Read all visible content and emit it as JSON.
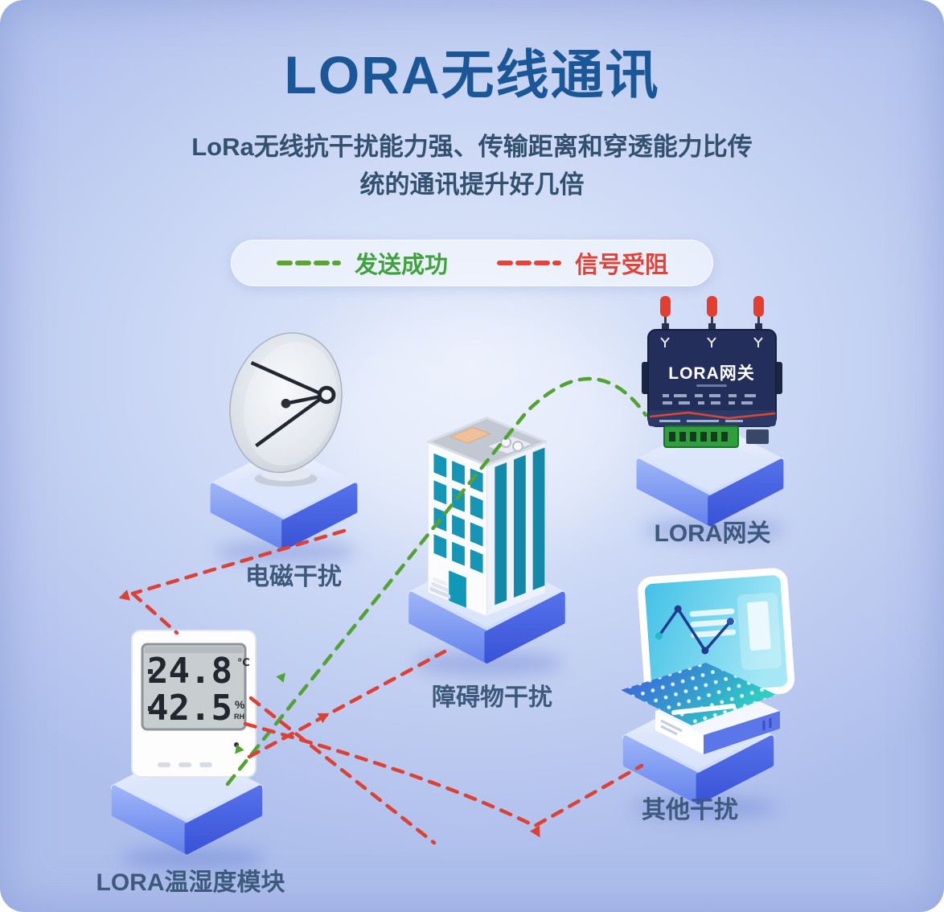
{
  "page": {
    "title": "LORA无线通讯",
    "subtitle_line1": "LoRa无线抗干扰能力强、传输距离和穿透能力比传",
    "subtitle_line2": "统的通讯提升好几倍"
  },
  "legend": {
    "success_label": "发送成功",
    "blocked_label": "信号受阻"
  },
  "nodes": {
    "gateway": {
      "label": "LORA网关",
      "device_text": "LORA网关"
    },
    "dish": {
      "label": "电磁干扰"
    },
    "building": {
      "label": "障碍物干扰"
    },
    "computer": {
      "label": "其他干扰"
    },
    "sensor": {
      "label": "LORA温湿度模块",
      "temp_value": "24.8",
      "temp_unit": "℃",
      "humidity_value": "42.5",
      "humidity_unit": "%",
      "humidity_sub": "RH"
    }
  },
  "colors": {
    "title_blue": "#1b5796",
    "label_blue": "#3d5a7c",
    "success_green": "#55a234",
    "blocked_red": "#dd4136",
    "platform_blue": "#3a53d8",
    "window_teal": "#1695b5"
  }
}
